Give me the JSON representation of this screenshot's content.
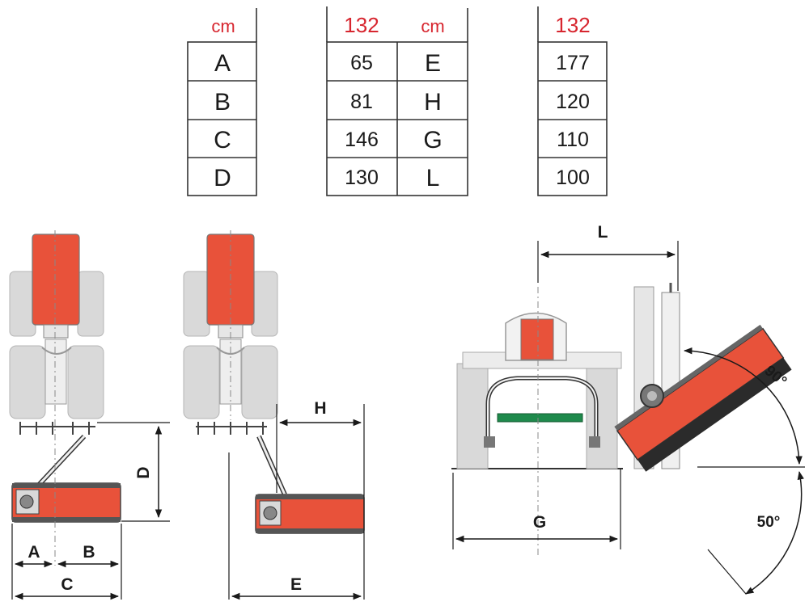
{
  "table": {
    "left": {
      "unit_label": "cm",
      "value_header": "132",
      "rows": [
        {
          "letter": "A",
          "value": "65"
        },
        {
          "letter": "B",
          "value": "81"
        },
        {
          "letter": "C",
          "value": "146"
        },
        {
          "letter": "D",
          "value": "130"
        }
      ]
    },
    "right": {
      "unit_label": "cm",
      "value_header": "132",
      "rows": [
        {
          "letter": "E",
          "value": "177"
        },
        {
          "letter": "H",
          "value": "120"
        },
        {
          "letter": "G",
          "value": "110"
        },
        {
          "letter": "L",
          "value": "100"
        }
      ]
    }
  },
  "diagram": {
    "dimension_labels": {
      "A": "A",
      "B": "B",
      "C": "C",
      "D": "D",
      "E": "E",
      "H": "H",
      "G": "G",
      "L": "L"
    },
    "angle_labels": {
      "up": "90°",
      "down": "50°"
    },
    "colors": {
      "mower_red": "#e8523a",
      "tractor_gray": "#d9d9d9",
      "table_red_text": "#d7262f",
      "roller_green": "#1f8a4c",
      "line_dark": "#1a1a1a"
    }
  }
}
